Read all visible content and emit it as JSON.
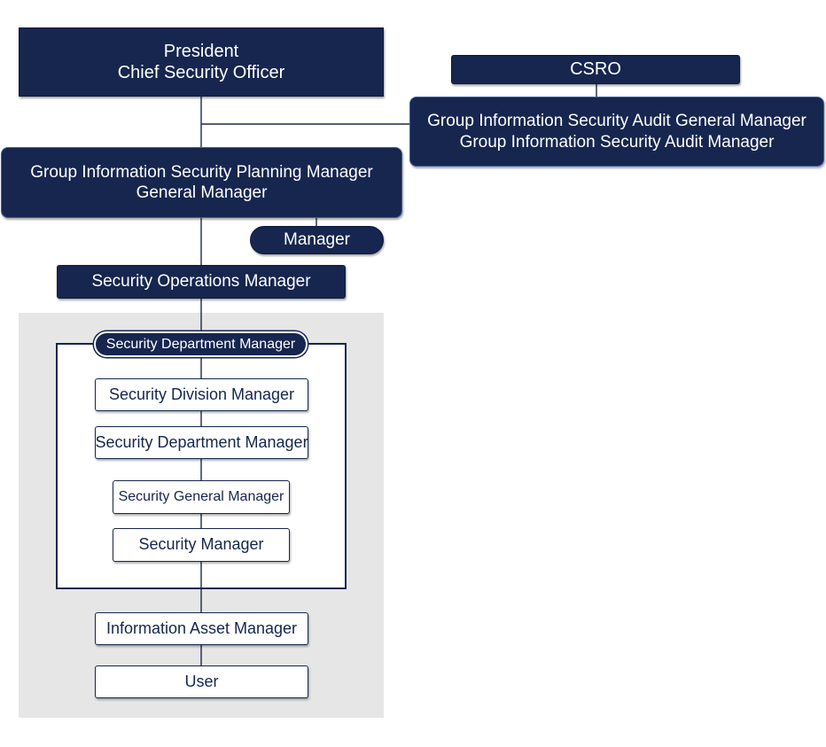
{
  "nodes": {
    "president": {
      "line1": "President",
      "line2": "Chief Security Officer"
    },
    "csro": {
      "label": "CSRO"
    },
    "audit": {
      "line1": "Group Information Security Audit General Manager",
      "line2": "Group Information Security Audit Manager"
    },
    "planning": {
      "line1": "Group Information Security Planning Manager",
      "line2": "General  Manager"
    },
    "manager": {
      "label": "Manager"
    },
    "security_operations_manager": {
      "label": "Security Operations Manager"
    },
    "security_department_manager_head": {
      "label": "Security Department  Manager"
    },
    "security_division_manager": {
      "label": "Security Division Manager"
    },
    "security_department_manager": {
      "label": "Security Department  Manager"
    },
    "security_general_manager": {
      "label": "Security General Manager"
    },
    "security_manager": {
      "label": "Security Manager"
    },
    "information_asset_manager": {
      "label": "Information Asset Manager"
    },
    "user": {
      "label": "User"
    }
  },
  "colors": {
    "navy": "#16264f",
    "panel_gray": "#e6e6e6",
    "connector": "#1c2a4a"
  }
}
